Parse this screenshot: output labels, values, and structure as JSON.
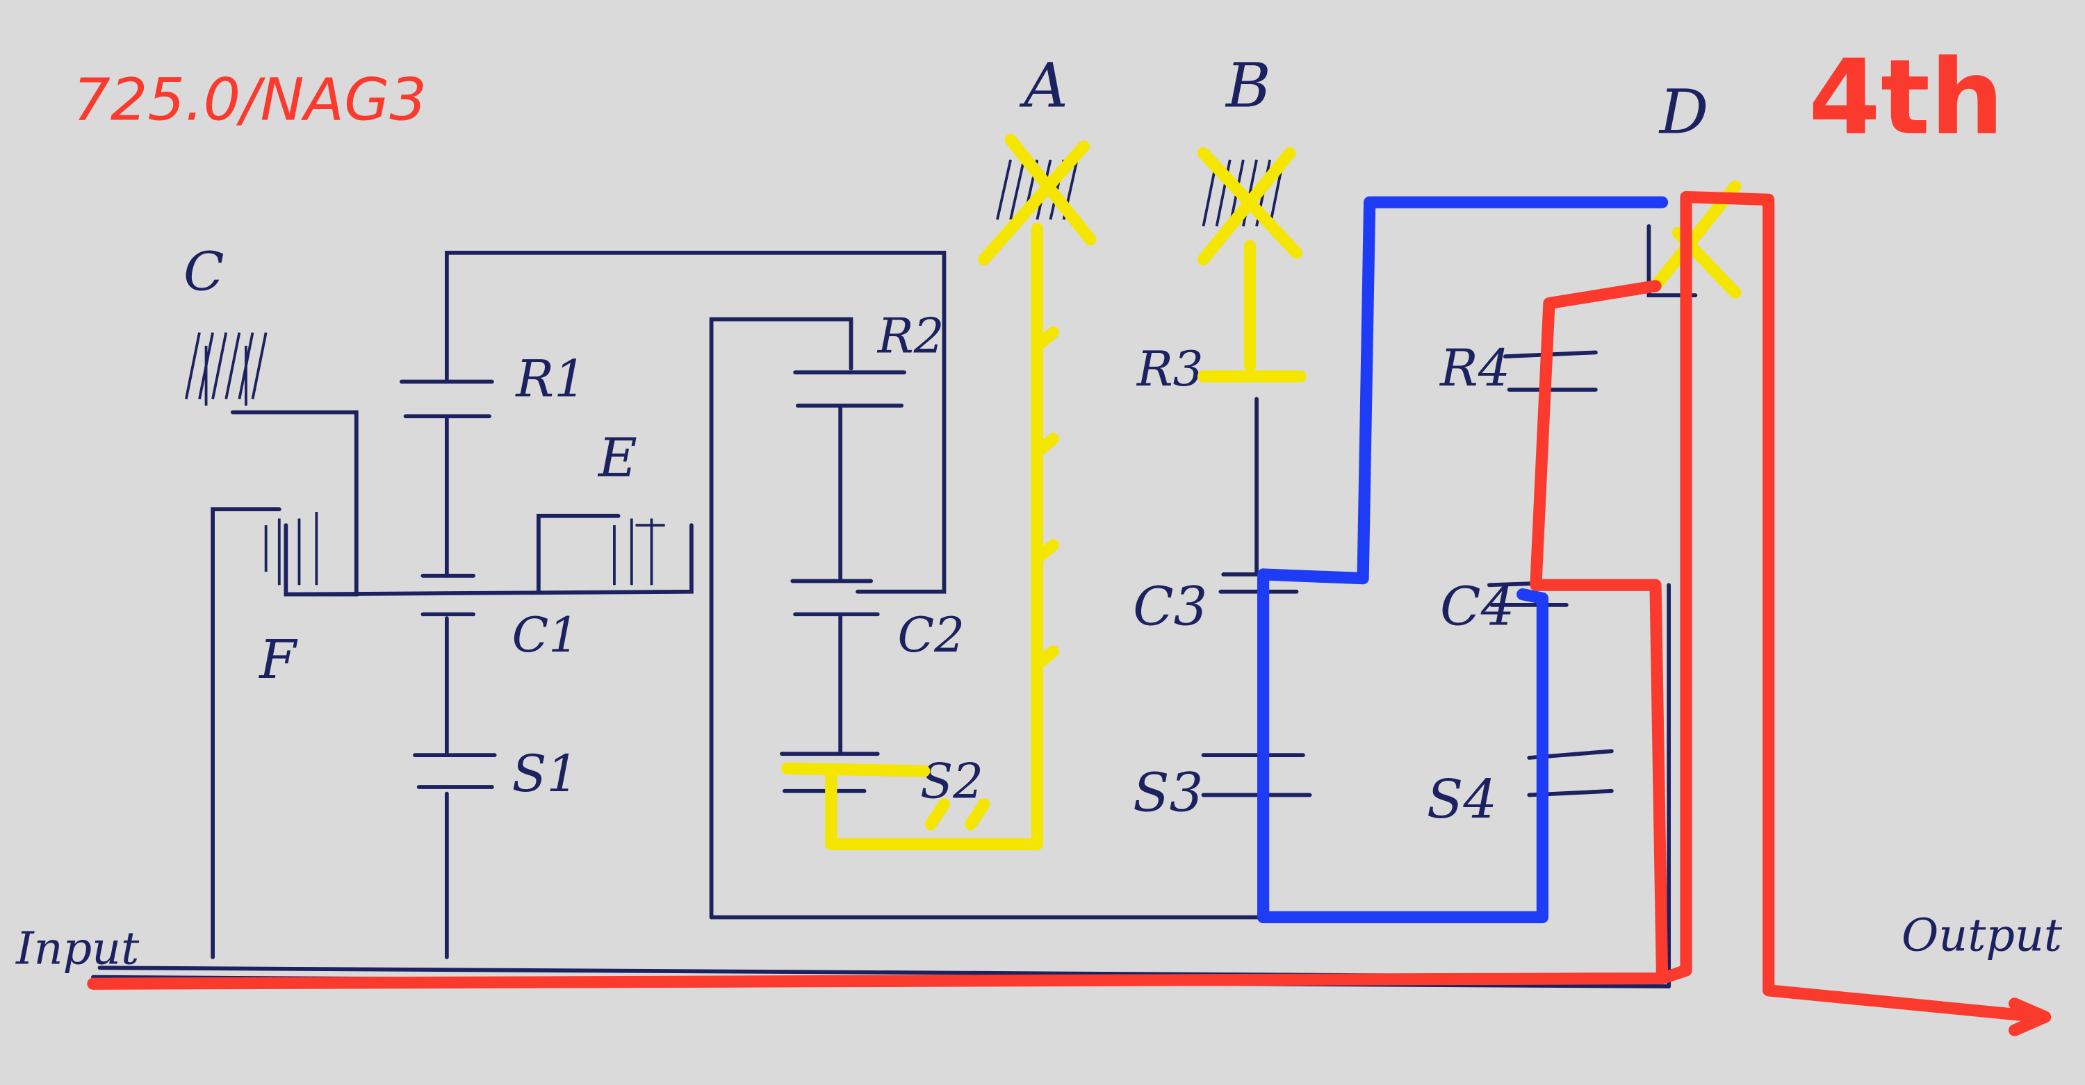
{
  "title": "725.0/NAG3",
  "gear": "4th",
  "brakes": {
    "A": "A",
    "B": "B",
    "C": "C",
    "D": "D"
  },
  "clutches": {
    "E": "E",
    "F": "F"
  },
  "gearsets": [
    {
      "ring": "R1",
      "carrier": "C1",
      "sun": "S1"
    },
    {
      "ring": "R2",
      "carrier": "C2",
      "sun": "S2"
    },
    {
      "ring": "R3",
      "carrier": "C3",
      "sun": "S3"
    },
    {
      "ring": "R4",
      "carrier": "C4",
      "sun": "S4"
    }
  ],
  "input_label": "Input",
  "output_label": "Output",
  "colors": {
    "ink": "#1c2160",
    "held": "#f4e600",
    "blue_path": "#1e3cf5",
    "power_flow": "#fb3a2e",
    "paper": "#d9d9d9"
  }
}
